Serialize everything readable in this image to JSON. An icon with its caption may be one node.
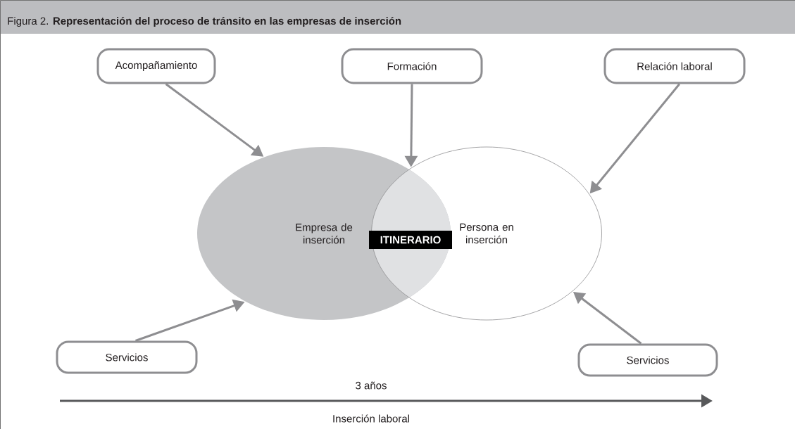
{
  "diagram": {
    "title": "Figura 2. **Representación del proceso de tránsito en las empresas de inserción**",
    "nodes": [
      {
        "text": [
          "Acompañamiento"
        ]
      },
      {
        "text": [
          "Formación"
        ]
      },
      {
        "text": [
          "Relación laboral"
        ]
      },
      {
        "text": [
          "Empresa de inserción"
        ]
      },
      {
        "text": [
          "Persona en inserción"
        ]
      },
      {
        "text": [
          "ITINERARIO"
        ]
      },
      {
        "text": [
          "Servicios"
        ]
      },
      {
        "text": [
          "Servicios"
        ]
      }
    ],
    "edges": [
      {
        "from": 0,
        "to": 3,
        "arrow": "to"
      },
      {
        "from": 1,
        "to": 4,
        "arrow": "to"
      },
      {
        "from": 2,
        "to": 4,
        "arrow": "to"
      },
      {
        "from": 6,
        "to": 3,
        "arrow": "to"
      },
      {
        "from": 7,
        "to": 4,
        "arrow": "to"
      }
    ],
    "labels": [
      "3 años",
      "Inserción laboral"
    ]
  }
}
